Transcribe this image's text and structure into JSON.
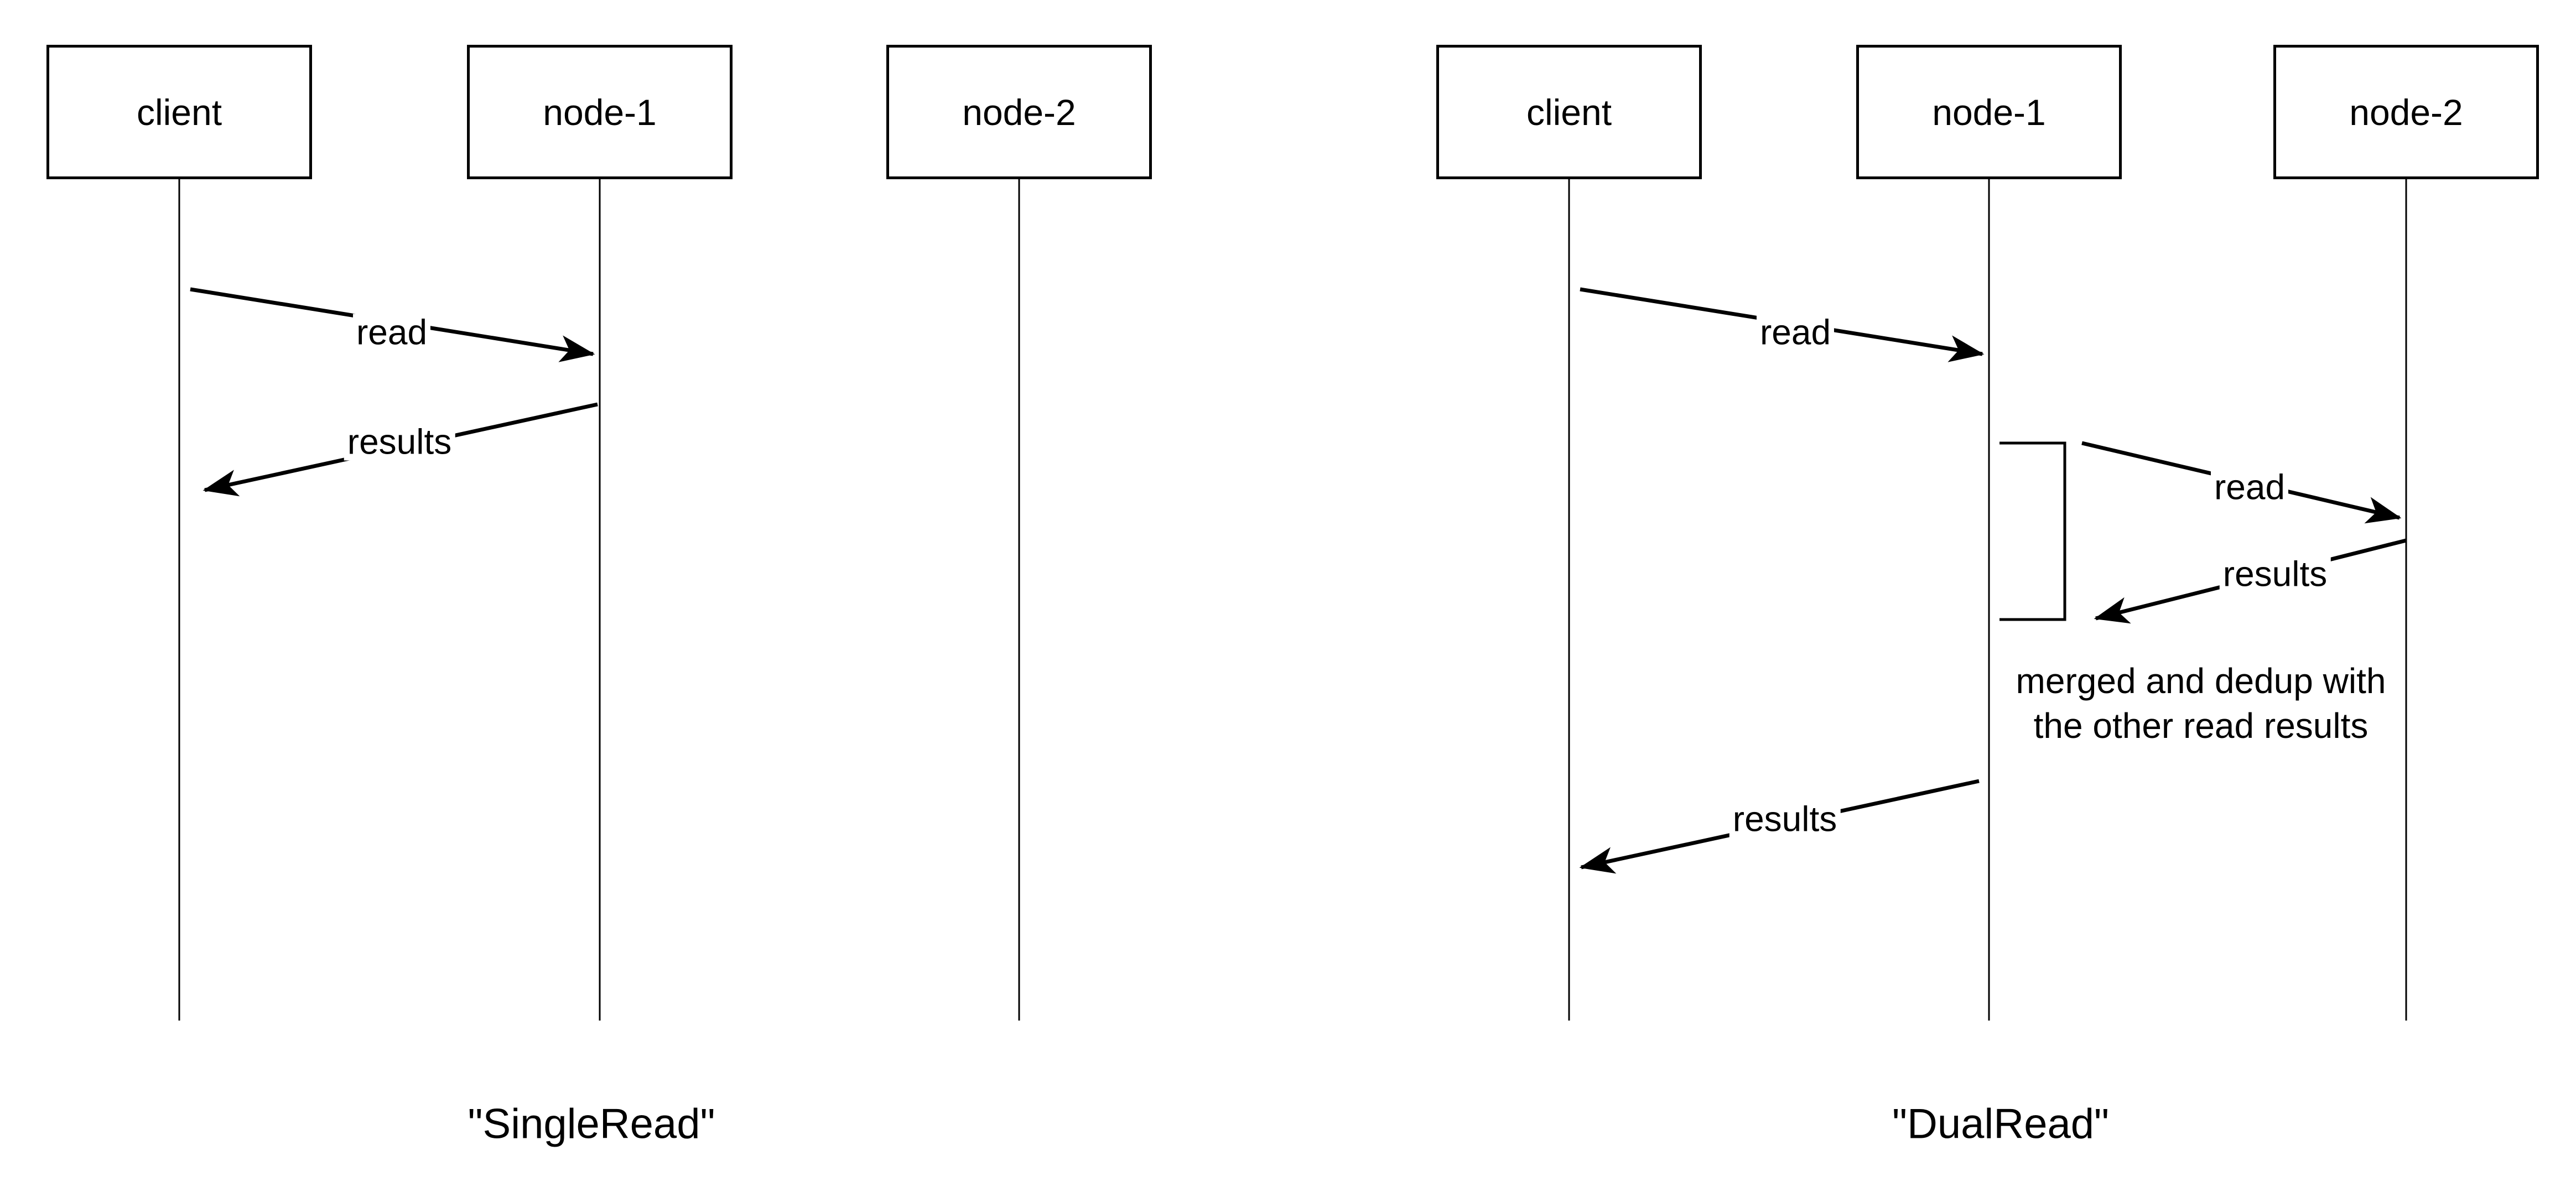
{
  "page": {
    "background_color": "#ffffff",
    "stroke_color": "#000000"
  },
  "diagrams": [
    {
      "caption": "\"SingleRead\"",
      "actors": [
        {
          "label": "client"
        },
        {
          "label": "node-1"
        },
        {
          "label": "node-2"
        }
      ],
      "messages": [
        {
          "label": "read",
          "from": "client",
          "to": "node-1"
        },
        {
          "label": "results",
          "from": "node-1",
          "to": "client"
        }
      ]
    },
    {
      "caption": "\"DualRead\"",
      "actors": [
        {
          "label": "client"
        },
        {
          "label": "node-1"
        },
        {
          "label": "node-2"
        }
      ],
      "messages": [
        {
          "label": "read",
          "from": "client",
          "to": "node-1"
        },
        {
          "label": "read",
          "from": "node-1",
          "to": "node-2"
        },
        {
          "label": "results",
          "from": "node-2",
          "to": "node-1"
        },
        {
          "label": "results",
          "from": "node-1",
          "to": "client"
        }
      ],
      "note_lines": [
        "merged and dedup with",
        "the other read results"
      ]
    }
  ]
}
